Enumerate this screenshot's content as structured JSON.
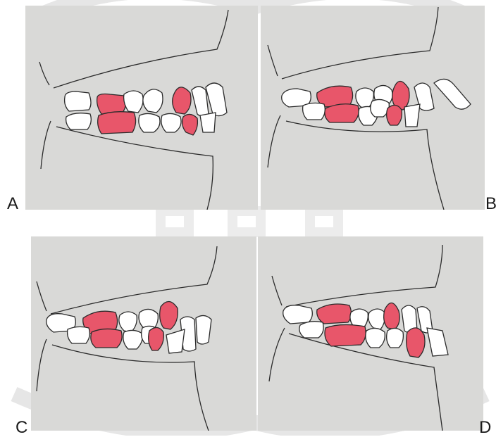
{
  "figure": {
    "panels": [
      {
        "id": "panel-a",
        "label": "A"
      },
      {
        "id": "panel-b",
        "label": "B"
      },
      {
        "id": "panel-c",
        "label": "C"
      },
      {
        "id": "panel-d",
        "label": "D"
      }
    ]
  },
  "colors": {
    "panel_background": "#d9d9d7",
    "highlight_tooth": "#e8566a",
    "normal_tooth": "#ffffff",
    "outline": "#2b2b2b",
    "watermark": "#e9e9e9"
  }
}
